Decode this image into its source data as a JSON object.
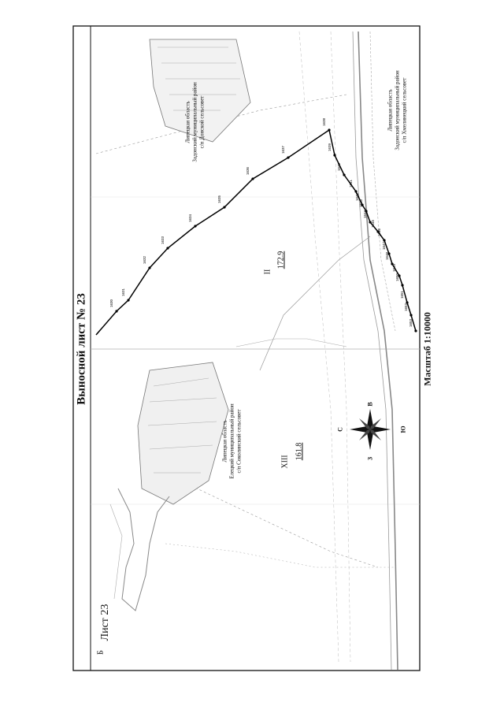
{
  "sheet": {
    "title": "Выносной лист № 23",
    "scale": "Масштаб 1:10000",
    "sheet_label": "Лист 23"
  },
  "regions": [
    {
      "text": "Липецкая область\nЗадонский муниципальный район\nс/п Хмелинецкий сельсовет"
    },
    {
      "text": "Липецкая область\nЗадонский муниципальный район\nс/п Донской сельсовет"
    },
    {
      "text": "Липецкая область\nЕлецкий муниципальный район\nс/п Соколинский сельсовет"
    }
  ],
  "compass": {
    "north": "С",
    "south": "Ю",
    "east": "В",
    "west": "З"
  },
  "boundary_points": [
    "1630",
    "1631",
    "1632",
    "1633",
    "1634",
    "1635",
    "1636",
    "1637",
    "1638",
    "1639",
    "1640",
    "1641",
    "1642",
    "1643",
    "1644",
    "1645",
    "1646",
    "1647",
    "1648",
    "1649",
    "1650",
    "1651",
    "1652",
    "1653"
  ],
  "map_labels": {
    "quarter_top": "II",
    "area_top": "172.9",
    "quarter_mid": "XIII",
    "area_mid": "161.8",
    "letter_b": "Б"
  }
}
